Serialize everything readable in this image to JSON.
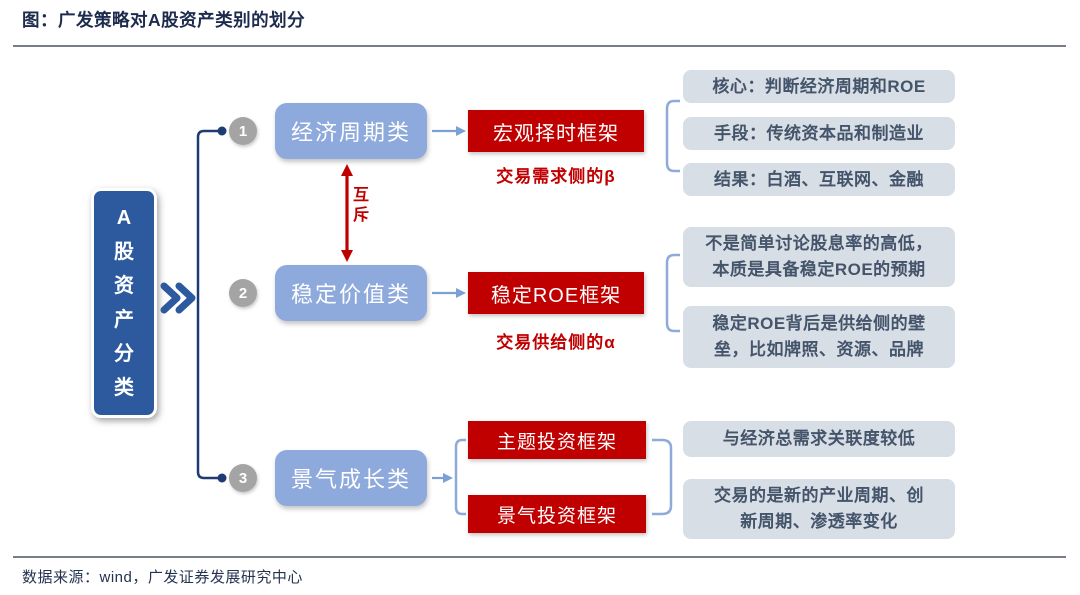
{
  "title": {
    "text": "图：广发策略对A股资产类别的划分"
  },
  "source": {
    "text": "数据来源：wind，广发证券发展研究中心"
  },
  "root": {
    "label": "A股资产分类",
    "chars": [
      "A",
      "股",
      "资",
      "产",
      "分",
      "类"
    ]
  },
  "relation": {
    "label": "互斥",
    "chars": [
      "互",
      "斥"
    ]
  },
  "branches": [
    {
      "num": "1",
      "category": "经济周期类",
      "framework": "宏观择时框架",
      "framework_note": "交易需求侧的β",
      "notes": [
        "核心：判断经济周期和ROE",
        "手段：传统资本品和制造业",
        "结果：白酒、互联网、金融"
      ]
    },
    {
      "num": "2",
      "category": "稳定价值类",
      "framework": "稳定ROE框架",
      "framework_note": "交易供给侧的α",
      "notes_lines": [
        [
          "不是简单讨论股息率的高低，",
          "本质是具备稳定ROE的预期"
        ],
        [
          "稳定ROE背后是供给侧的壁",
          "垒，比如牌照、资源、品牌"
        ]
      ]
    },
    {
      "num": "3",
      "category": "景气成长类",
      "frameworks": [
        "主题投资框架",
        "景气投资框架"
      ],
      "notes_lines": [
        [
          "与经济总需求关联度较低"
        ],
        [
          "交易的是新的产业周期、创",
          "新周期、渗透率变化"
        ]
      ]
    }
  ],
  "colors": {
    "accent_red": "#c00000",
    "root_blue": "#2d5a9e",
    "category_blue": "#8ea9db",
    "note_gray": "#d8dee6",
    "line_navy": "#1e3c74",
    "bracket_blue": "#8fa9d8",
    "arrow_blue": "#7aa0d4",
    "number_gray": "#a4a4a4",
    "text_navy": "#1d2c4e",
    "note_text": "#44546a"
  }
}
